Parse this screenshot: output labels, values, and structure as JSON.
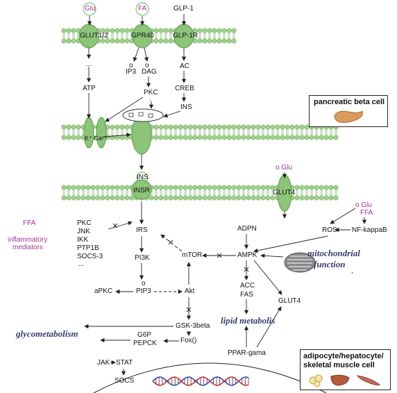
{
  "top_inputs": {
    "glu": "Glu",
    "fa": "FA",
    "glp1": "GLP-1"
  },
  "receptors": {
    "glut12": "GLUT1/2",
    "gpr40": "GPR40",
    "glp1r": "GLP-1R"
  },
  "beta_cell_pathway": {
    "dots": "...",
    "atp": "ATP",
    "ip3_o": "o",
    "ip3": "IP3",
    "dag_o": "o",
    "dag": "DAG",
    "pkc": "PKC",
    "pkc_dot": ".",
    "ac": "AC",
    "creb": "CREB",
    "ins": "INS",
    "channel": "K⁺ Ca²⁺"
  },
  "beta_cell_box": {
    "title": "pancreatic beta cell"
  },
  "insulin": {
    "ins": "INS",
    "insr": "INSR"
  },
  "right_inputs": {
    "glu_o_1": "o Glu",
    "glut4": "GLUT4",
    "glu_o_2": "o Glu",
    "ffa": "FFA"
  },
  "left_inputs": {
    "ffa": "FFA",
    "inflammatory": "inflammatory",
    "mediators": "mediators"
  },
  "inhibitors": [
    "PKC",
    "JNK",
    "IKK",
    "PTP1B",
    "SOCS-3",
    "..."
  ],
  "signaling": {
    "irs": "IRS",
    "pi3k": "PI3K",
    "pip3_o": "o",
    "pip3": "PIP3",
    "apkc": "aPKC",
    "akt": "Akt",
    "mtor": "mTOR",
    "gsk3": "GSK-3beta",
    "g6p": "G6P",
    "pepck": "PEPCK",
    "foxo": "Fox()",
    "jak": "JAK",
    "stat": "STAT",
    "socs": "SOCS"
  },
  "energy": {
    "adpn": "ADPN",
    "ampk": "AMPK",
    "ros": "ROS",
    "nfkb": "NF-kappaB",
    "acc": "ACC",
    "fas": "FAS",
    "glut4": "GLUT4",
    "ppar": "PPAR-gama",
    "mito_dot": ","
  },
  "processes": {
    "glycometabolism": "glycometabolism",
    "lipid": "lipid metabolis",
    "mito1": "mitochondrial",
    "mito2": "function"
  },
  "target_box": {
    "line1": "adipocyte/hepatocyte/",
    "line2": "skeletal muscle cell"
  },
  "colors": {
    "membrane": "#9fd08a",
    "membrane_dark": "#6aa85a",
    "magenta": "#a0338f",
    "dna_red": "#c0392b",
    "dna_blue": "#3a4fa0"
  }
}
